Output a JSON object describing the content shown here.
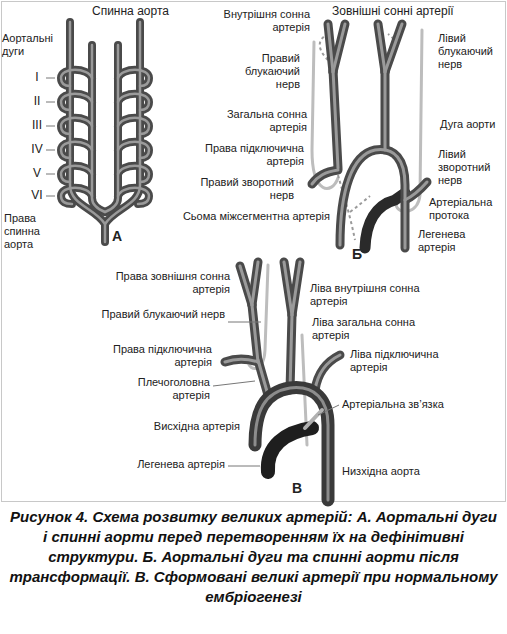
{
  "diagram": {
    "caption": "Рисунок 4. Схема розвитку великих артерій: А. Аортальні дуги і спинні аорти перед перетворенням їх на дефінітивні структури. Б. Аортальні дуги та спинні аорти після трансформації. В. Сформовані великі артерії при нормальному ембріогенезі",
    "labels": [
      "Спинна аорта",
      "Аортальні дуги",
      "I",
      "II",
      "III",
      "IV",
      "V",
      "VI",
      "Права спинна аорта",
      "А",
      "Внутрішня сонна артерія",
      "Зовнішні сонні артерії",
      "Правий блукаючий нерв",
      "Лівий блукаючий нерв",
      "Загальна сонна артерія",
      "Дуга аорти",
      "Права підключична артерія",
      "Лівий зворотний нерв",
      "Правий зворотний нерв",
      "Артеріальна протока",
      "Сьома міжсегментна артерія",
      "Легенева артерія",
      "Б",
      "Права зовнішня сонна артерія",
      "Ліва внутрішня сонна артерія",
      "Правий блукаючий нерв",
      "Ліва загальна сонна артерія",
      "Права підключична артерія",
      "Ліва підключична артерія",
      "Плечоголовна артерія",
      "Артеріальна зв’язка",
      "Висхідна артерія",
      "Легенева артерія",
      "Низхідна аорта",
      "В"
    ]
  }
}
